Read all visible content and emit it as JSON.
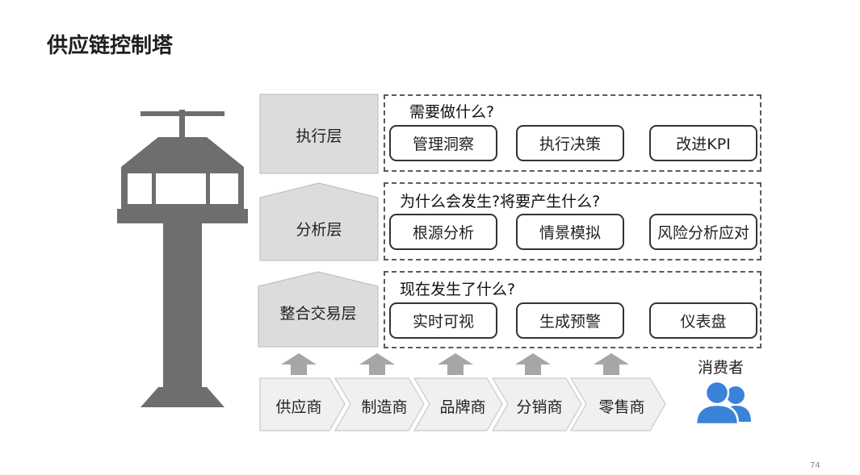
{
  "title": "供应链控制塔",
  "layers": [
    {
      "label": "执行层",
      "question": "需要做什么?",
      "items": [
        "管理洞察",
        "执行决策",
        "改进KPI"
      ]
    },
    {
      "label": "分析层",
      "question": "为什么会发生?将要产生什么?",
      "items": [
        "根源分析",
        "情景模拟",
        "风险分析应对"
      ]
    },
    {
      "label": "整合交易层",
      "question": "现在发生了什么?",
      "items": [
        "实时可视",
        "生成预警",
        "仪表盘"
      ]
    }
  ],
  "chain": [
    "供应商",
    "制造商",
    "品牌商",
    "分销商",
    "零售商"
  ],
  "consumer_label": "消费者",
  "page_number": "74",
  "colors": {
    "tower": "#6e6e6e",
    "layer_fill": "#dcdcdc",
    "arrow": "#a6a6a6",
    "chain_fill": "#f0f0f0",
    "consumer_icon": "#3b82d9"
  }
}
